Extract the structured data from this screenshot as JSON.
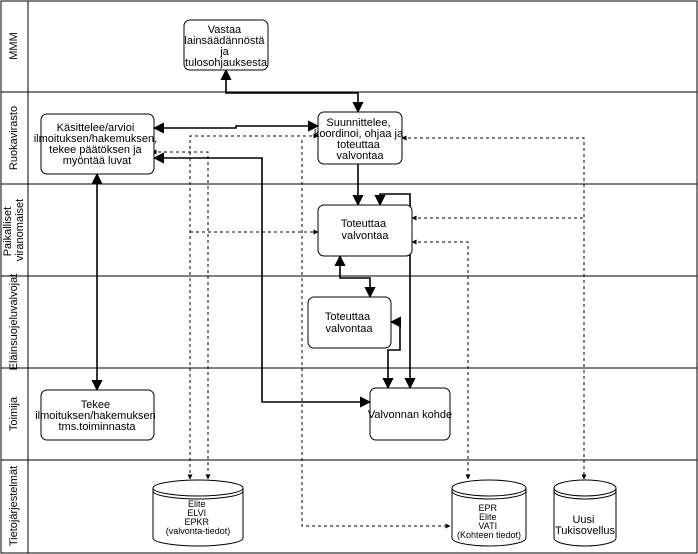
{
  "lanes": [
    {
      "id": "mmm",
      "label": "MMM"
    },
    {
      "id": "ruokavirasto",
      "label": "Ruokavirasto"
    },
    {
      "id": "paikalliset",
      "label": "Paikalliset viranomaiset"
    },
    {
      "id": "elainsuojeluvalvojat",
      "label": "Eläinsuojeluvalvojat"
    },
    {
      "id": "toimija",
      "label": "Toimija"
    },
    {
      "id": "tietojarjestelmat",
      "label": "Tietojärjestelmät"
    }
  ],
  "boxes": [
    {
      "id": "vastaa",
      "lines": [
        "Vastaa",
        "lainsäädännöstä",
        "ja",
        "tulosohjauksesta"
      ]
    },
    {
      "id": "kasittelee",
      "lines": [
        "Käsittelee/arvioi",
        "ilmoituksen/hakemuksen,",
        "tekee päätöksen ja",
        "myöntää luvat"
      ]
    },
    {
      "id": "suunnittelee",
      "lines": [
        "Suunnittelee,",
        "koordinoi, ohjaa ja",
        "toteuttaa",
        "valvontaa"
      ]
    },
    {
      "id": "toteuttaa1",
      "lines": [
        "Toteuttaa",
        "valvontaa"
      ]
    },
    {
      "id": "toteuttaa2",
      "lines": [
        "Toteuttaa",
        "valvontaa"
      ]
    },
    {
      "id": "tekee",
      "lines": [
        "Tekee",
        "ilmoituksen/hakemuksen",
        "tms.toiminnasta"
      ]
    },
    {
      "id": "kohde",
      "lines": [
        "Valvonnan kohde"
      ]
    }
  ],
  "databases": [
    {
      "id": "db1",
      "lines": [
        "Elite",
        "ELVI",
        "EPKR",
        "(valvonta-tiedot)"
      ]
    },
    {
      "id": "db2",
      "lines": [
        "EPR",
        "Elite",
        "VATI",
        "(Kohteen tiedot)"
      ]
    },
    {
      "id": "db3",
      "lines": [
        "Uusi",
        "Tukisovellus"
      ]
    }
  ],
  "colors": {
    "line": "#000000",
    "background": "#ffffff"
  }
}
